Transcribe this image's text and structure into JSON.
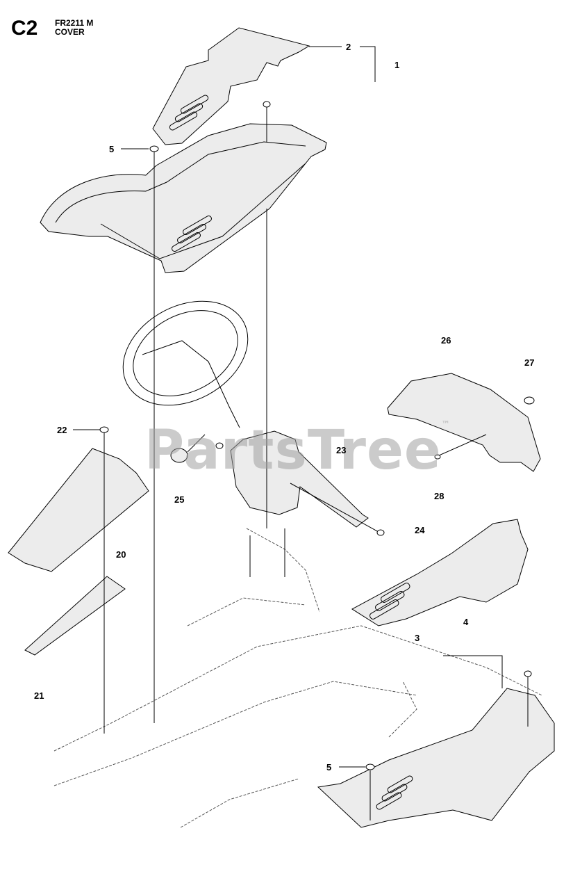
{
  "header": {
    "section_code": "C2",
    "model": "FR2211 M",
    "section_title": "COVER"
  },
  "watermark": {
    "text": "PartsTree",
    "trademark": "™"
  },
  "callouts": [
    "1",
    "2",
    "3",
    "4",
    "5",
    "5",
    "20",
    "21",
    "22",
    "23",
    "24",
    "25",
    "26",
    "27",
    "28"
  ],
  "colors": {
    "line": "#000000",
    "part_fill": "#ececec",
    "watermark": "#a0a0a0"
  }
}
